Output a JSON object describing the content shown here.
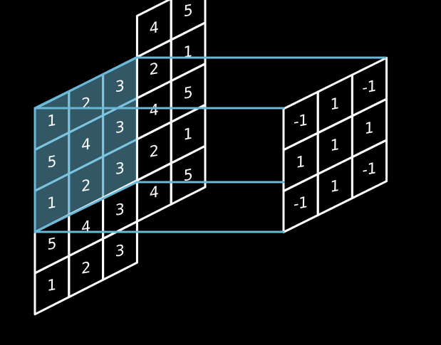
{
  "diagram": {
    "highlight_color": "#5b9fb8",
    "projection_color": "#6bb8d8",
    "line_color": "#ffffff",
    "input_grid": {
      "rows": [
        [
          "",
          "",
          "",
          "4",
          "5"
        ],
        [
          "1",
          "2",
          "3",
          "2",
          "1"
        ],
        [
          "5",
          "4",
          "3",
          "4",
          "5"
        ],
        [
          "1",
          "2",
          "3",
          "2",
          "1"
        ],
        [
          "5",
          "4",
          "3",
          "4",
          "5"
        ],
        [
          "1",
          "2",
          "3",
          "",
          ""
        ]
      ],
      "highlight": {
        "row_start": 1,
        "row_end": 3,
        "col_start": 0,
        "col_end": 2
      }
    },
    "kernel_grid": {
      "rows": [
        [
          "-1",
          "1",
          "-1"
        ],
        [
          "1",
          "1",
          "1"
        ],
        [
          "-1",
          "1",
          "-1"
        ]
      ]
    }
  }
}
